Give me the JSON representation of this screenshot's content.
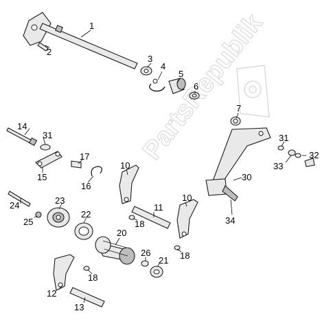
{
  "watermark": "PartsRepublik",
  "callouts": [
    {
      "id": "1",
      "label": "1"
    },
    {
      "id": "2",
      "label": "2"
    },
    {
      "id": "3",
      "label": "3"
    },
    {
      "id": "4",
      "label": "4"
    },
    {
      "id": "5",
      "label": "5"
    },
    {
      "id": "6",
      "label": "6"
    },
    {
      "id": "7",
      "label": "7"
    },
    {
      "id": "10a",
      "label": "10"
    },
    {
      "id": "10b",
      "label": "10"
    },
    {
      "id": "11",
      "label": "11"
    },
    {
      "id": "12",
      "label": "12"
    },
    {
      "id": "13",
      "label": "13"
    },
    {
      "id": "14",
      "label": "14"
    },
    {
      "id": "15",
      "label": "15"
    },
    {
      "id": "16",
      "label": "16"
    },
    {
      "id": "17",
      "label": "17"
    },
    {
      "id": "18a",
      "label": "18"
    },
    {
      "id": "18b",
      "label": "18"
    },
    {
      "id": "18c",
      "label": "18"
    },
    {
      "id": "20",
      "label": "20"
    },
    {
      "id": "21",
      "label": "21"
    },
    {
      "id": "22",
      "label": "22"
    },
    {
      "id": "23",
      "label": "23"
    },
    {
      "id": "24",
      "label": "24"
    },
    {
      "id": "25",
      "label": "25"
    },
    {
      "id": "26",
      "label": "26"
    },
    {
      "id": "30",
      "label": "30"
    },
    {
      "id": "31a",
      "label": "31"
    },
    {
      "id": "31b",
      "label": "31"
    },
    {
      "id": "32",
      "label": "32"
    },
    {
      "id": "33",
      "label": "33"
    },
    {
      "id": "34",
      "label": "34"
    }
  ]
}
